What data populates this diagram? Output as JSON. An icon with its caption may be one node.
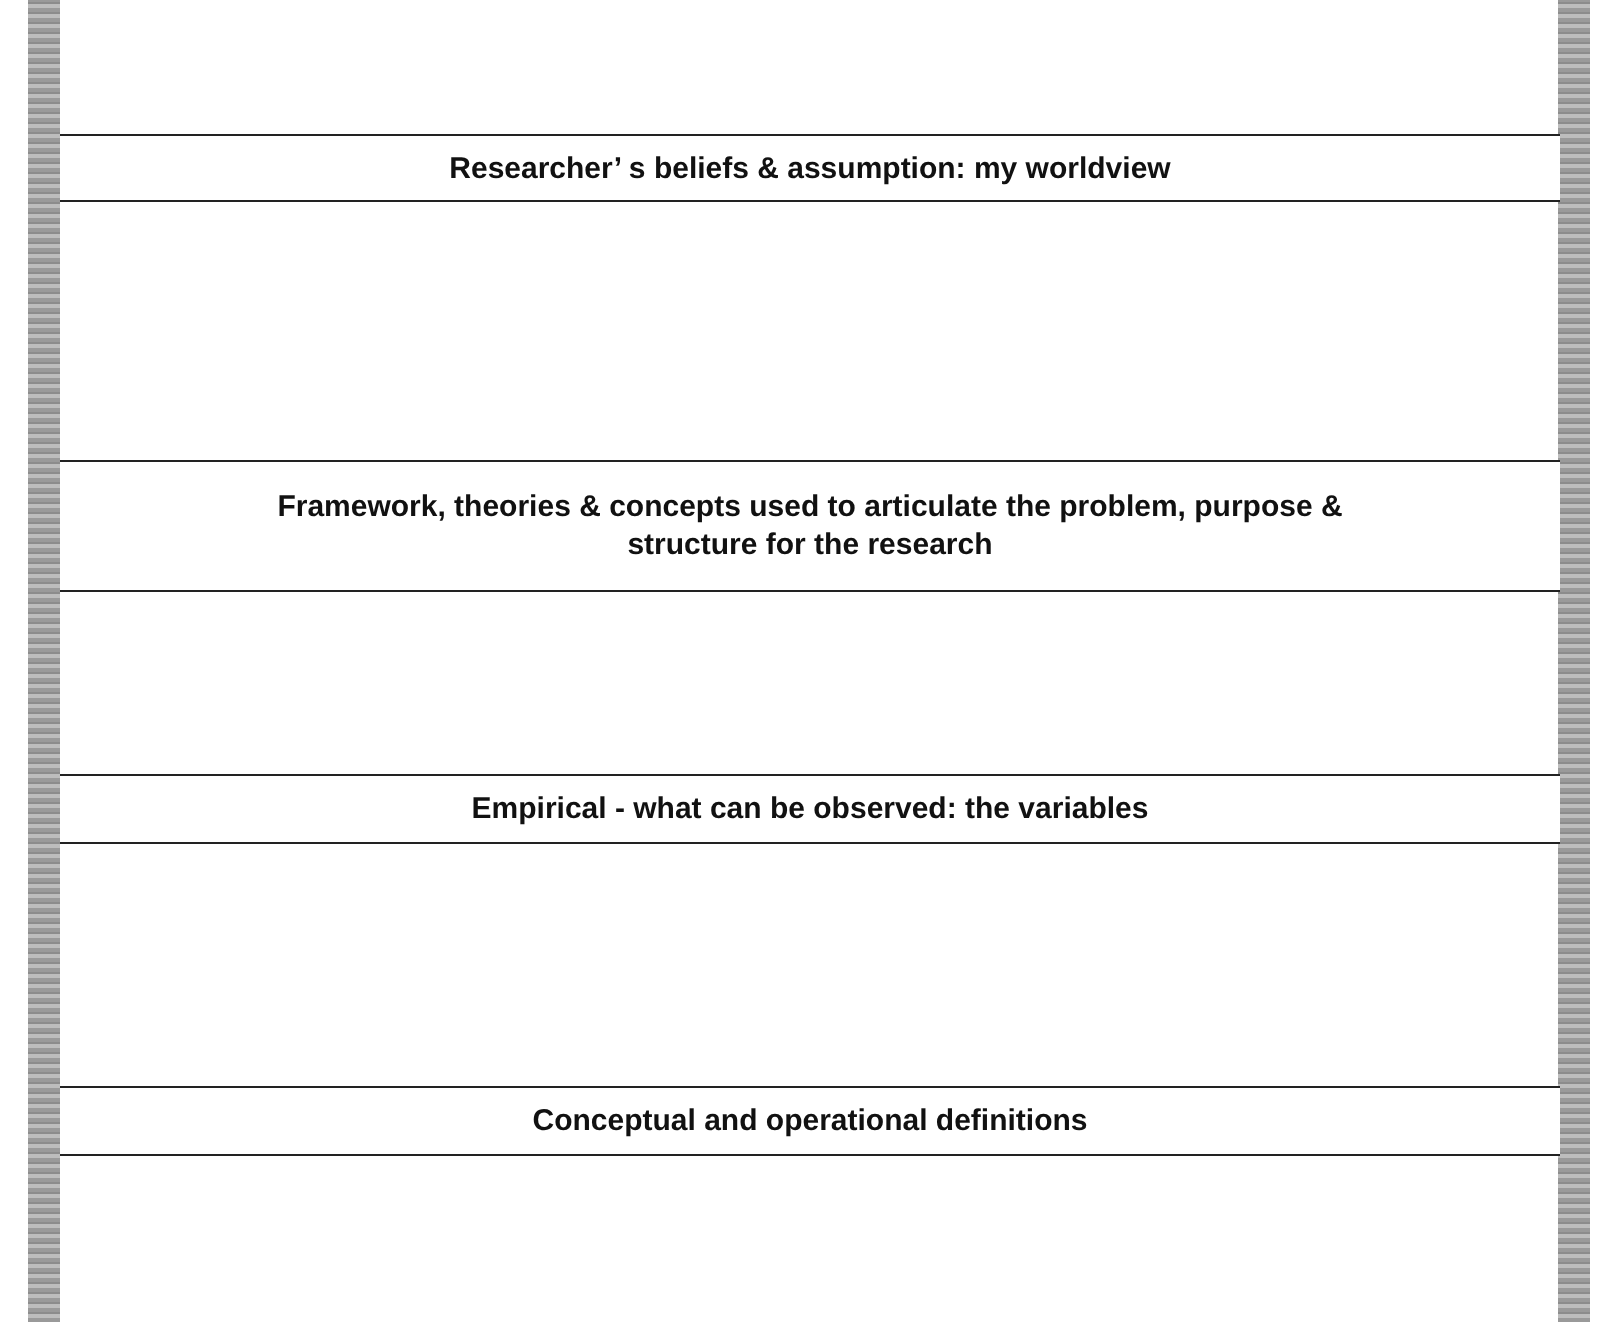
{
  "diagram": {
    "nodes": [
      {
        "text": [
          "Researcher’ s beliefs & assumption: my worldview"
        ]
      },
      {
        "text": [
          "Framework, theories & concepts used to articulate the problem, purpose & structure for the research"
        ]
      },
      {
        "text": [
          "Empirical - what can be observed: the variables"
        ]
      },
      {
        "text": [
          "Conceptual and operational definitions"
        ]
      },
      {
        "text": [],
        "shape": "bar"
      },
      {
        "text": [],
        "shape": "bar"
      }
    ]
  }
}
